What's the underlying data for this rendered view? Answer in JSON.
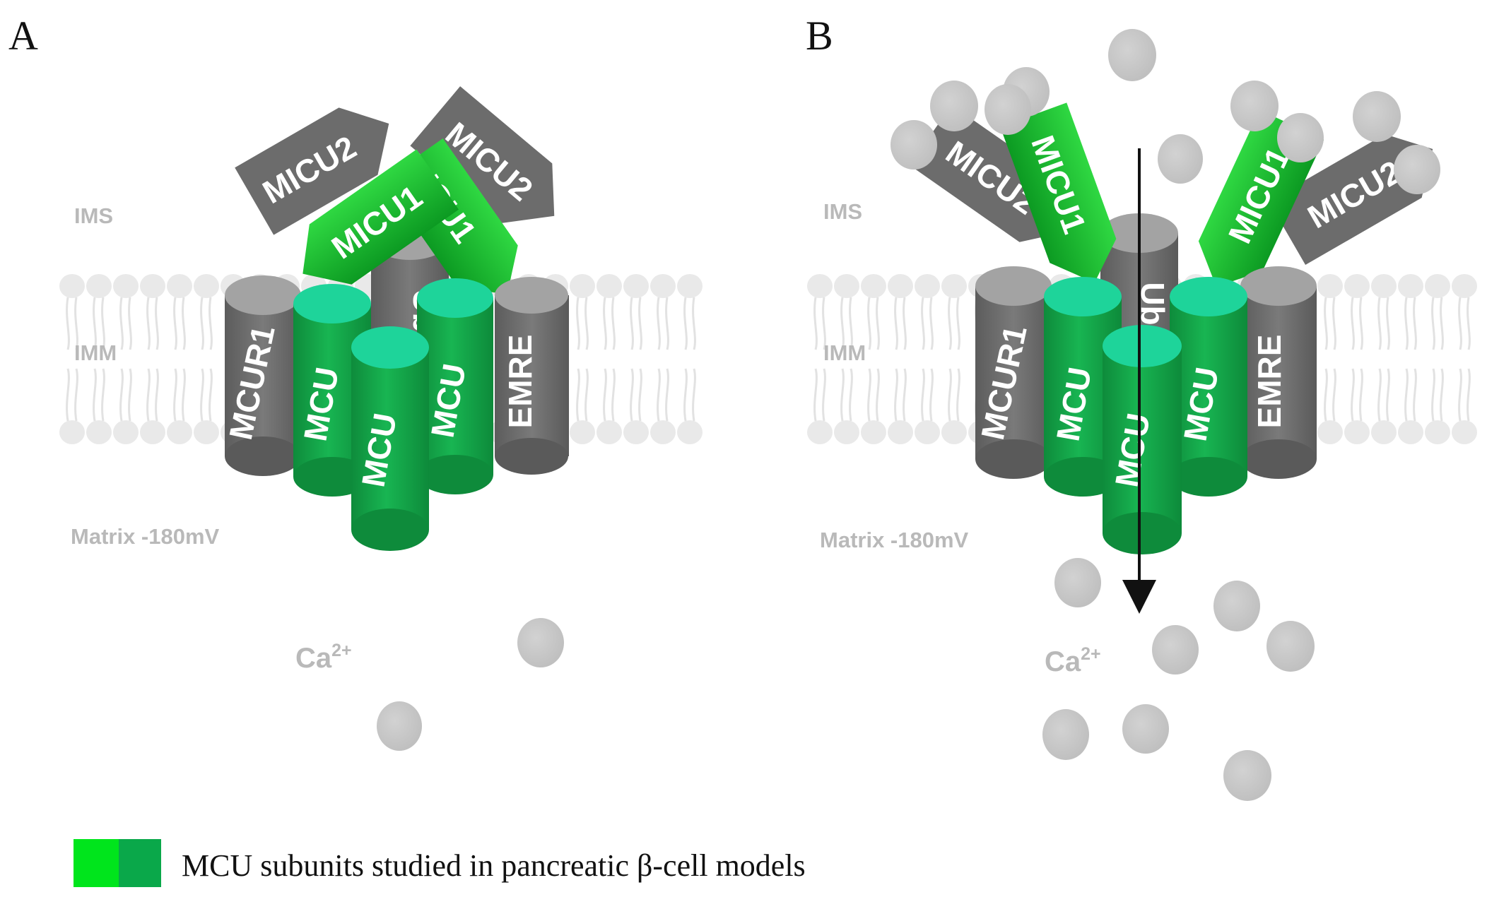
{
  "panels": [
    {
      "letter": "A",
      "ims": "IMS",
      "imm": "IMM",
      "matrix": "Matrix -180mV",
      "ca": "Ca",
      "ca_sup": "2+",
      "subunits": {
        "micu2_left": "MICU2",
        "micu2_right": "MICU2",
        "micu1_left": "MICU1",
        "micu1_right": "ICU1",
        "mcub": "Ub",
        "mcur1": "MCUR1",
        "mcu_left": "MCU",
        "mcu_center": "MCU",
        "mcu_right": "MCU",
        "emre": "EMRE"
      }
    },
    {
      "letter": "B",
      "ims": "IMS",
      "imm": "IMM",
      "matrix": "Matrix -180mV",
      "ca": "Ca",
      "ca_sup": "2+",
      "subunits": {
        "micu2_left": "MICU2",
        "micu2_right": "MICU2",
        "micu1_left": "MICU1",
        "micu1_right": "MICU1",
        "mcub": "Ub",
        "mcur1": "MCUR1",
        "mcu_left": "MCU",
        "mcu_center": "MCU",
        "mcu_right": "MCU",
        "emre": "EMRE"
      }
    }
  ],
  "legend": {
    "text": "MCU subunits studied in pancreatic β-cell models",
    "swatch_colors": [
      "#00e51c",
      "#0aa84a"
    ]
  },
  "colors": {
    "mcu_body": "#14a44a",
    "mcu_top": "#1ed49a",
    "micu1": "#13b02a",
    "grey_subunit": "#707070",
    "grey_top": "#a3a3a3",
    "calcium_ion": "#c6c6c6",
    "membrane": "#e8e8e8"
  }
}
